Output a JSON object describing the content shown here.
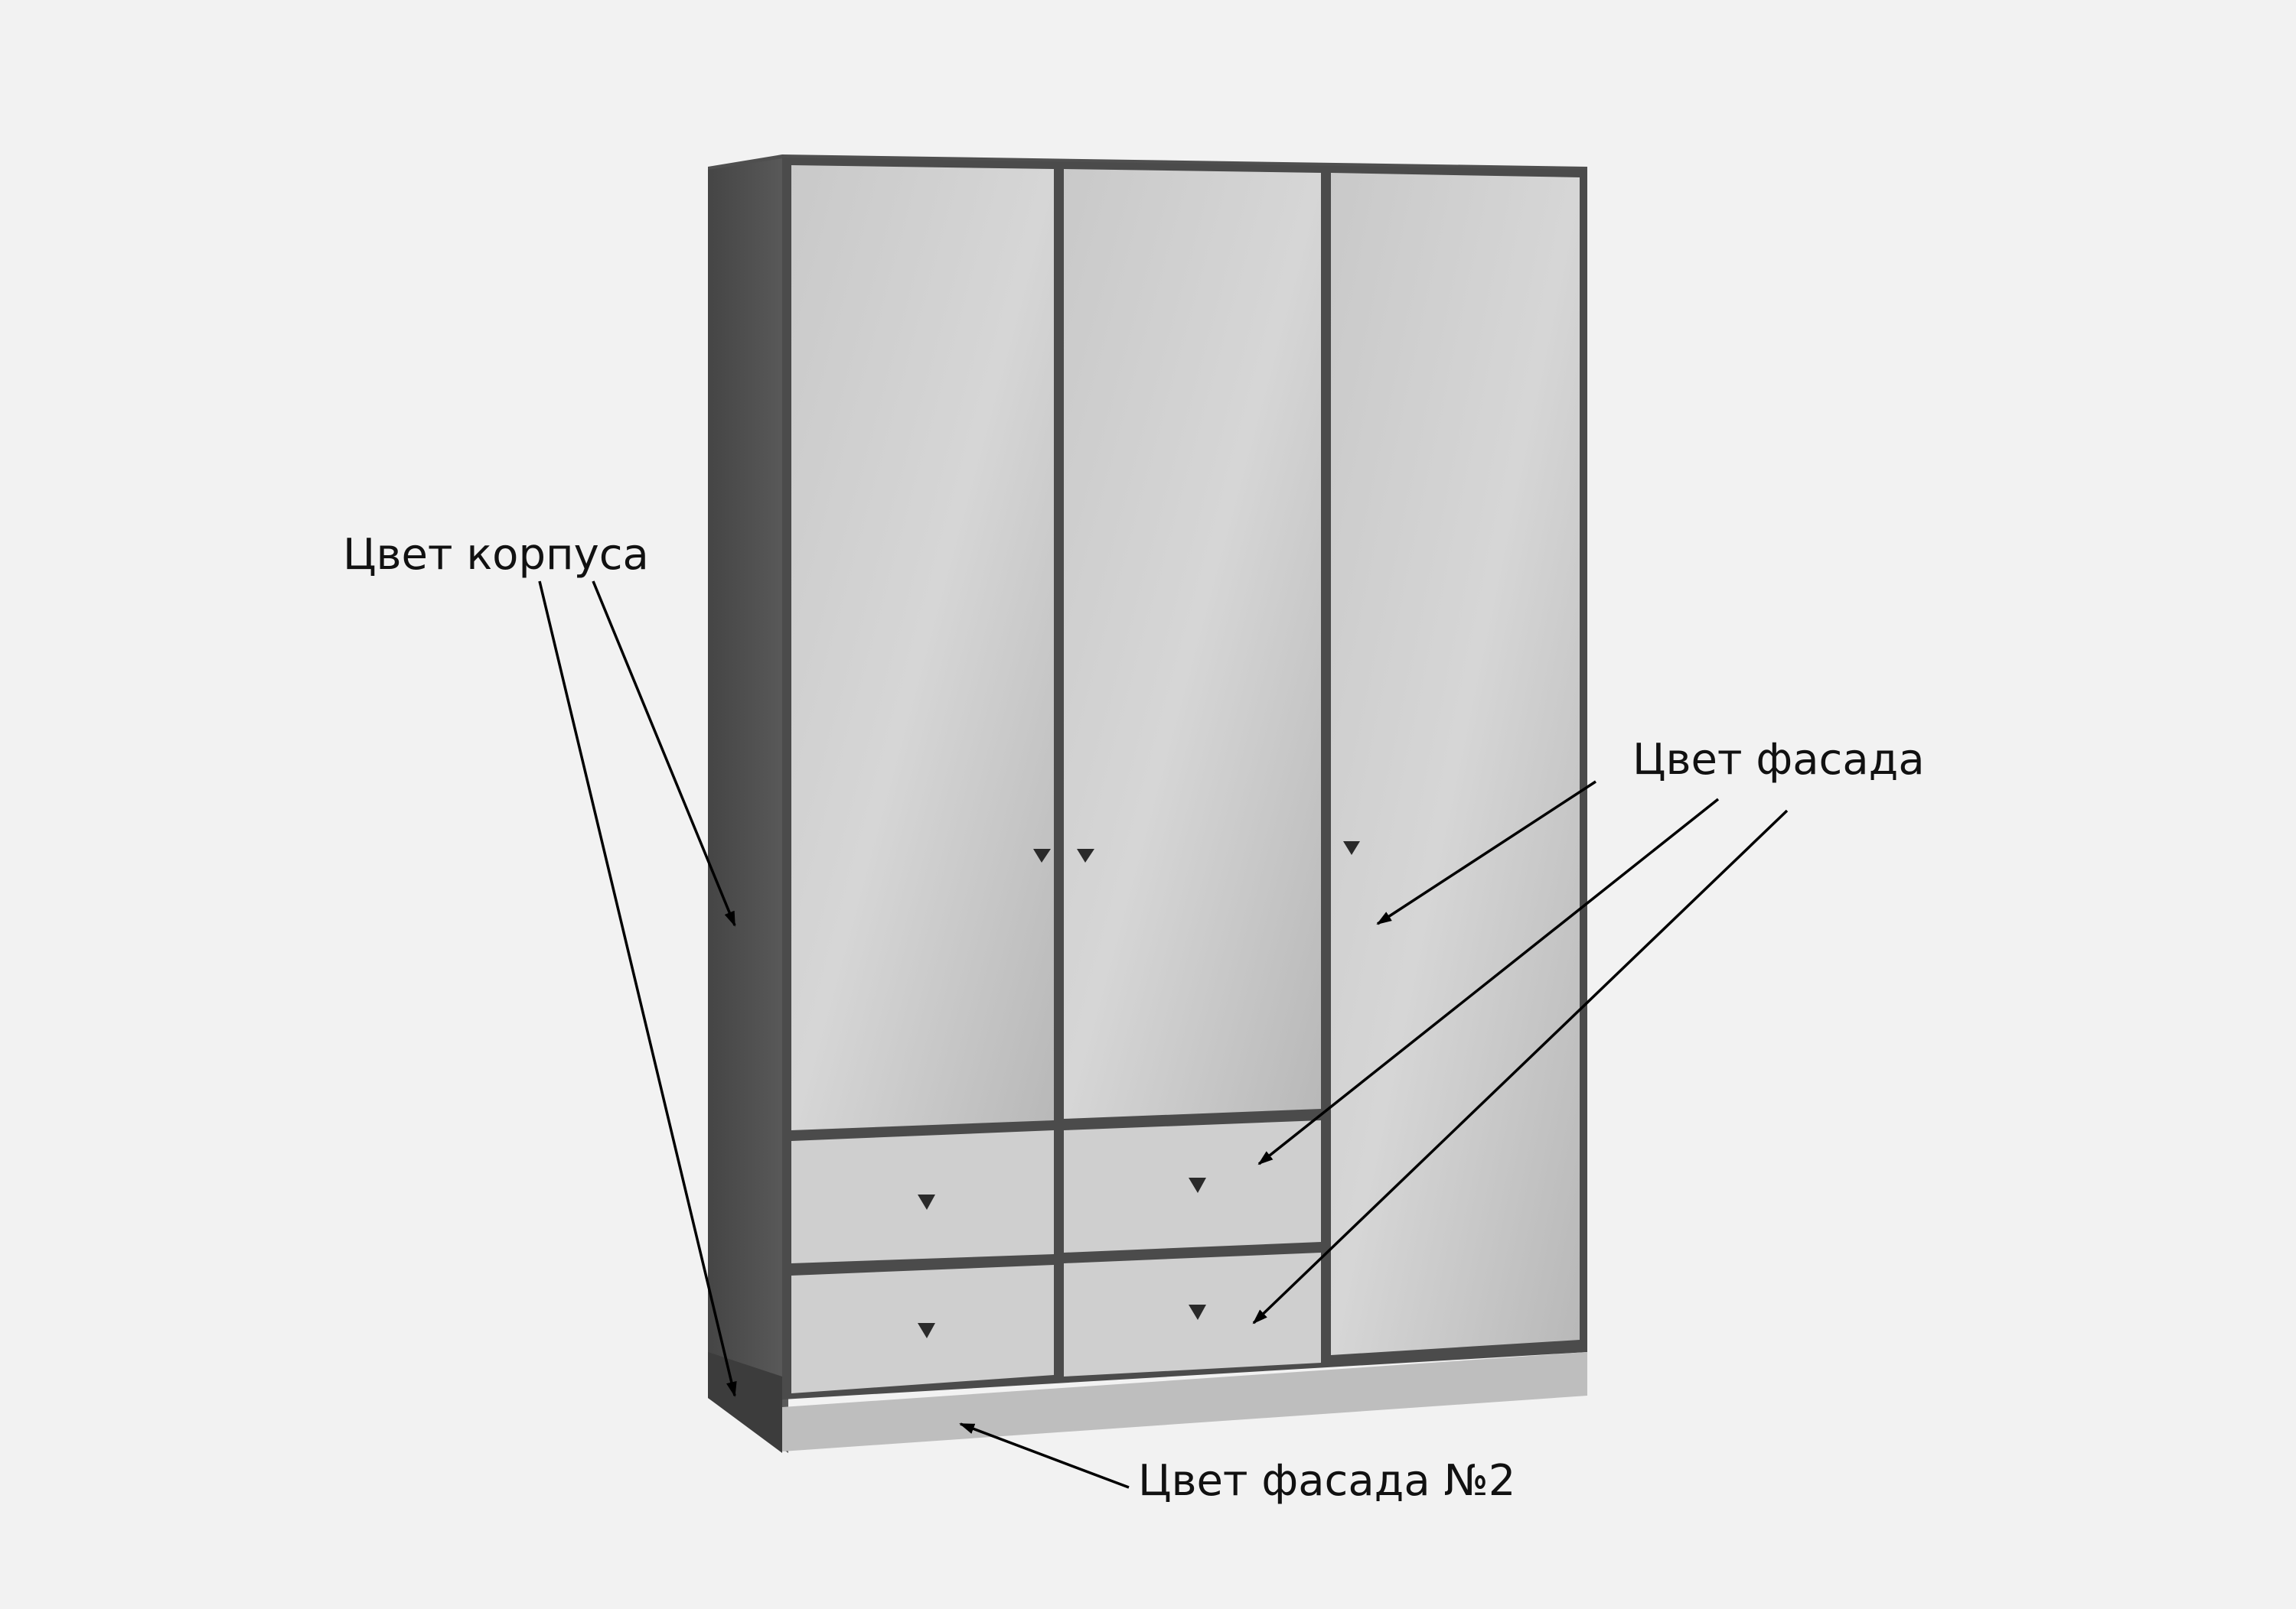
{
  "labels": {
    "body_color": "Цвет корпуса",
    "facade_color": "Цвет фасада",
    "facade_color_2": "Цвет фасада №2"
  },
  "colors": {
    "background": "#f2f2f2",
    "body": "#4a4a4a",
    "facade": "#cdcdcd",
    "facade_2": "#bdbdbd",
    "handle": "#2a2a2a",
    "arrow": "#000000"
  }
}
